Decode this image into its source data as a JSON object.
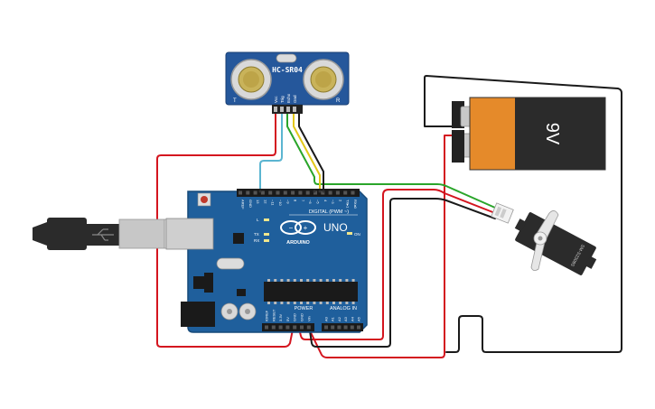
{
  "sensor": {
    "model": "HC-SR04",
    "pin_labels": [
      "Vcc",
      "Trig",
      "Echo",
      "Gnd"
    ],
    "corner_left": "T",
    "corner_right": "R"
  },
  "battery": {
    "label": "9V"
  },
  "servo": {
    "model": "SM-S2309S"
  },
  "arduino": {
    "brand": "ARDUINO",
    "model": "UNO",
    "digital_label": "DIGITAL (PWM ~)",
    "power_label": "POWER",
    "analog_label": "ANALOG IN",
    "led_l": "L",
    "led_tx": "TX",
    "led_rx": "RX",
    "on_label": "ON",
    "digital_pins": [
      "AREF",
      "GND",
      "13",
      "12",
      "~11",
      "~10",
      "~9",
      "8",
      "7",
      "~6",
      "~5",
      "4",
      "~3",
      "2",
      "TX▸1",
      "RX◂0"
    ],
    "power_pins": [
      "IOREF",
      "RESET",
      "3.3V",
      "5V",
      "GND",
      "GND",
      "Vin"
    ],
    "analog_pins": [
      "A0",
      "A1",
      "A2",
      "A3",
      "A4",
      "A5"
    ]
  },
  "colors": {
    "board": "#1f5f9c",
    "board_dark": "#174a7a",
    "wire_red": "#d4151f",
    "wire_black": "#1a1a1a",
    "wire_green": "#2aa52a",
    "wire_yellow": "#e3c81a",
    "wire_cyan": "#5bb5d1",
    "battery_body": "#e58a2a",
    "sensor_board": "#25579b"
  }
}
